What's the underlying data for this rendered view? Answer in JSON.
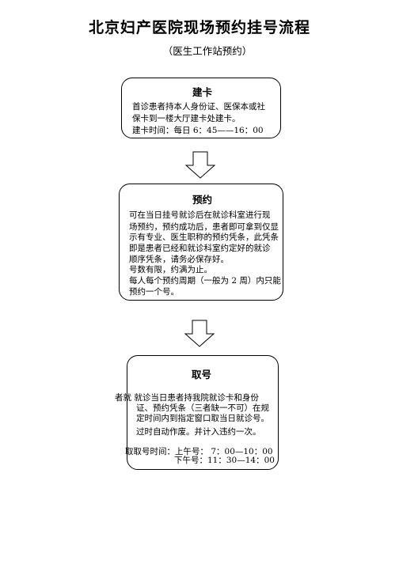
{
  "title": "北京妇产医院现场预约挂号流程",
  "subtitle": "（医生工作站预约）",
  "card_box": {
    "heading": "建卡",
    "lines": [
      "首诊患者持本人身份证、医保本或社",
      "保卡到一楼大厅建卡处建卡。",
      "建卡时间：每日 6：45——16：00"
    ]
  },
  "appointment_box": {
    "heading": "预约",
    "lines": [
      "可在当日挂号就诊后在就诊科室进行现",
      "场预约，预约成功后，患者即可拿到仅显",
      "示有专业、医生职称的预约凭条，此凭条",
      "即是患者已经和就诊科室约定好的就诊",
      "顺序凭条，请务必保存好。",
      "号数有限，约满为止。",
      "每人每个预约周期（一般为 2 周）内只能",
      "预约一个号。"
    ]
  },
  "ticket_box": {
    "heading": "取号",
    "lines": [
      "者就  就诊当日患者持我院就诊卡和身份",
      "证、预约凭条（三者缺一不可）在规",
      "定时间内到指定窗口取当日就诊号。",
      "过时自动作废。并计入违约一次。",
      "取取号时间：上午号：  7：00—10：00",
      "下午号：11：30—14：00"
    ]
  }
}
